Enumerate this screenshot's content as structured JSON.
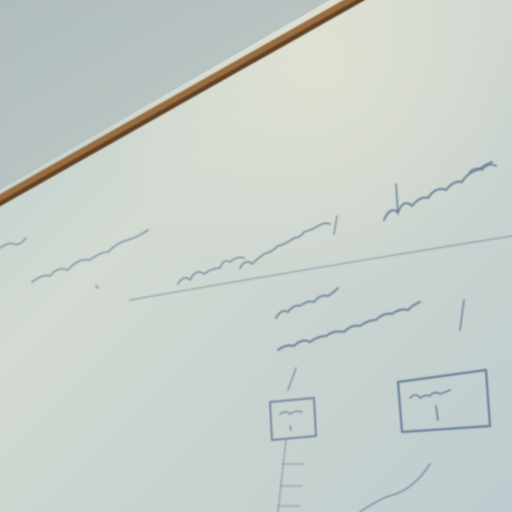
{
  "scene": {
    "description_label": "",
    "colors": {
      "whiteboard_base": "#c7d2d0",
      "whiteboard_light": "#dfe4dc",
      "whiteboard_shadow": "#b3c2c2",
      "ceiling": "#b9c3c4",
      "wood_trim": "#8a5a2e",
      "wood_trim_dark": "#5e3a1d",
      "marker_ink": "#4f6a8a",
      "marker_ink_faint": "#7f93a8"
    },
    "elements": [
      {
        "name": "ceiling-area"
      },
      {
        "name": "wooden-trim"
      },
      {
        "name": "whiteboard-surface"
      },
      {
        "name": "handwritten-scribbles"
      },
      {
        "name": "sketched-boxes"
      }
    ]
  }
}
